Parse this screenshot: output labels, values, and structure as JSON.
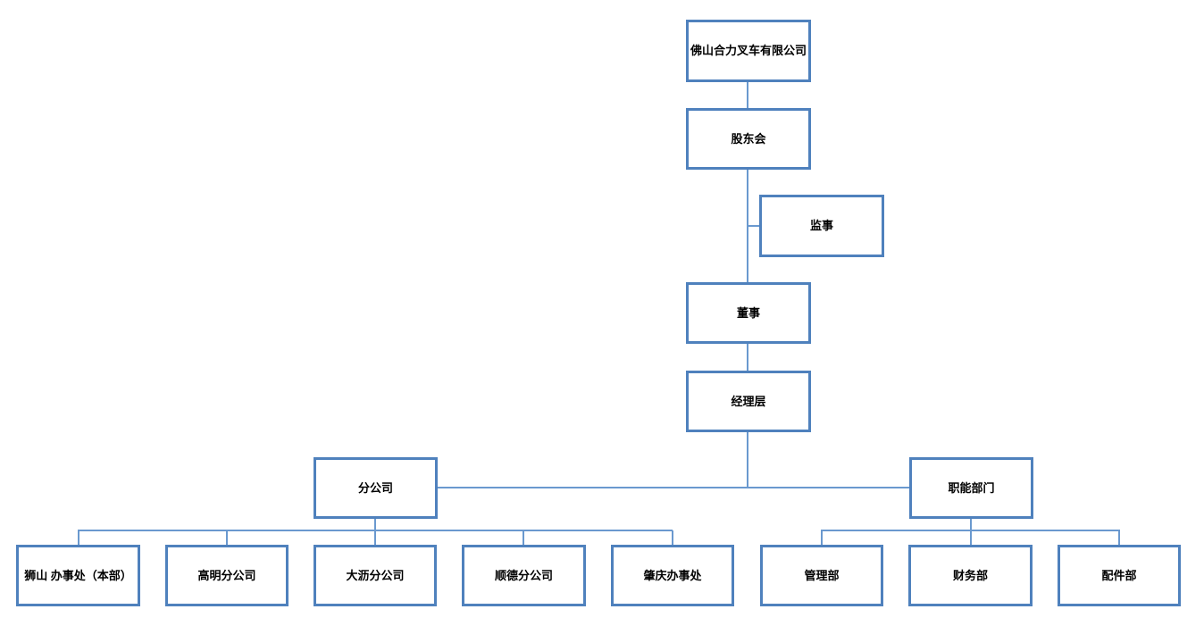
{
  "colors": {
    "box_border": "#4f81bd",
    "connector": "#6a99cf",
    "text": "#000000",
    "background": "#ffffff"
  },
  "nodes": {
    "company": {
      "label": "佛山合力叉车有限公司"
    },
    "shareholders": {
      "label": "股东会"
    },
    "supervisor": {
      "label": "监事"
    },
    "director": {
      "label": "董事"
    },
    "management": {
      "label": "经理层"
    },
    "branches": {
      "label": "分公司"
    },
    "functional": {
      "label": "职能部门"
    },
    "shishan": {
      "label": "狮山 办事处（本部）"
    },
    "gaoming": {
      "label": "高明分公司"
    },
    "dali": {
      "label": "大沥分公司"
    },
    "shunde": {
      "label": "顺德分公司"
    },
    "zhaoqing": {
      "label": "肇庆办事处"
    },
    "mgmt_dept": {
      "label": "管理部"
    },
    "finance_dept": {
      "label": "财务部"
    },
    "parts_dept": {
      "label": "配件部"
    }
  }
}
